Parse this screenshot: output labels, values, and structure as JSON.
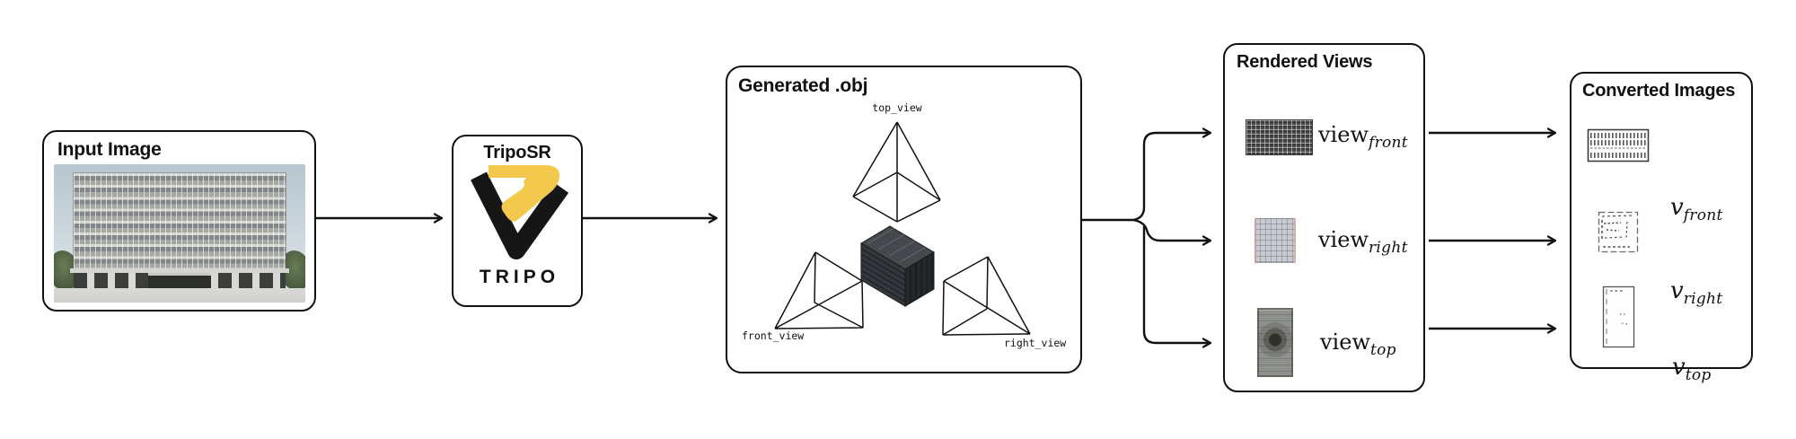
{
  "diagram": {
    "background": "#ffffff",
    "line_color": "#111111",
    "input_box": {
      "title": "Input Image",
      "image_alt": "concrete-grid-building-photo"
    },
    "triposr_box": {
      "title": "TripoSR",
      "wordmark": "TRIPO",
      "logo_yellow": "#F2C94C",
      "logo_black": "#161616"
    },
    "generated_box": {
      "title": "Generated .obj",
      "camera_labels": {
        "top": "top_view",
        "front": "front_view",
        "right": "right_view"
      }
    },
    "rendered_box": {
      "title": "Rendered Views",
      "items": [
        {
          "base": "view",
          "sub": "front"
        },
        {
          "base": "view",
          "sub": "right"
        },
        {
          "base": "view",
          "sub": "top"
        }
      ]
    },
    "converted_box": {
      "title": "Converted Images",
      "items": [
        {
          "base": "v",
          "sub": "front"
        },
        {
          "base": "v",
          "sub": "right"
        },
        {
          "base": "v",
          "sub": "top"
        }
      ]
    }
  }
}
